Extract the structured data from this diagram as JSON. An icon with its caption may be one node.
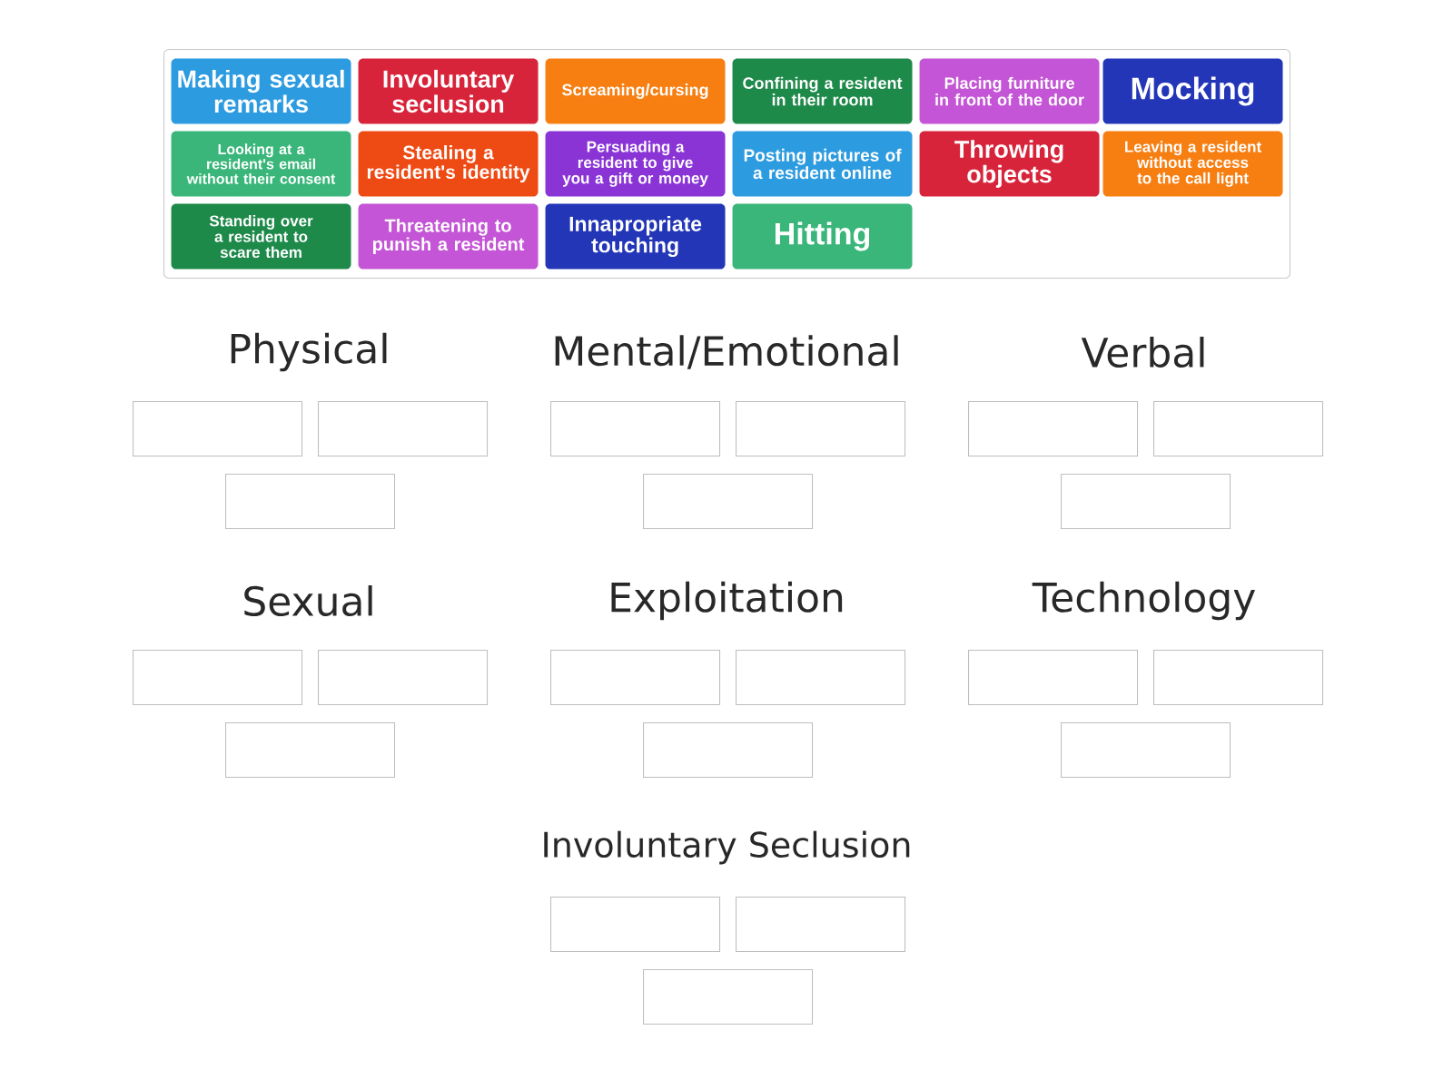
{
  "diagram": {
    "nodes": [
      {
        "text": [],
        "shape": "box"
      },
      {
        "text": [
          "Making sexual remarks"
        ],
        "in": 0
      },
      {
        "text": [
          "Involuntary seclusion"
        ],
        "in": 0
      },
      {
        "text": [
          "Screaming/cursing"
        ],
        "in": 0
      },
      {
        "text": [
          "Confining a resident in their room"
        ],
        "in": 0
      },
      {
        "text": [
          "Placing furniture in front of the door"
        ],
        "in": 0
      },
      {
        "text": [
          "Mocking"
        ],
        "in": 0
      },
      {
        "text": [
          "Looking at a resident's email without their consent"
        ],
        "in": 0
      },
      {
        "text": [
          "Stealing a resident's identity"
        ],
        "in": 0
      },
      {
        "text": [
          "Persuading a resident to give you a gift or money"
        ],
        "in": 0
      },
      {
        "text": [
          "Posting pictures of a resident online"
        ],
        "in": 0
      },
      {
        "text": [
          "Throwing objects"
        ],
        "in": 0
      },
      {
        "text": [
          "Leaving a resident without access to the call light"
        ],
        "in": 0
      },
      {
        "text": [
          "Standing over a resident to scare them"
        ],
        "in": 0
      },
      {
        "text": [
          "Threatening to punish a resident"
        ],
        "in": 0
      },
      {
        "text": [
          "Innapropriate touching"
        ],
        "in": 0
      },
      {
        "text": [
          "Hitting"
        ],
        "in": 0
      },
      {
        "text": [],
        "shape": "box"
      },
      {
        "text": [],
        "shape": "box"
      },
      {
        "text": [],
        "shape": "box"
      },
      {
        "text": [],
        "shape": "box"
      },
      {
        "text": [],
        "shape": "box"
      },
      {
        "text": [],
        "shape": "box"
      },
      {
        "text": [],
        "shape": "box"
      },
      {
        "text": [],
        "shape": "box"
      },
      {
        "text": [],
        "shape": "box"
      },
      {
        "text": [],
        "shape": "box"
      },
      {
        "text": [],
        "shape": "box"
      },
      {
        "text": [],
        "shape": "box"
      },
      {
        "text": [],
        "shape": "box"
      },
      {
        "text": [],
        "shape": "box"
      },
      {
        "text": [],
        "shape": "box"
      },
      {
        "text": [],
        "shape": "box"
      },
      {
        "text": [],
        "shape": "box"
      },
      {
        "text": [],
        "shape": "box"
      },
      {
        "text": [],
        "shape": "box"
      },
      {
        "text": [],
        "shape": "box"
      },
      {
        "text": [],
        "shape": "box"
      }
    ],
    "labels": [
      "Physical",
      "Mental/Emotional",
      "Verbal",
      "Sexual",
      "Exploitation",
      "Technology",
      "Involuntary Seclusion"
    ]
  }
}
